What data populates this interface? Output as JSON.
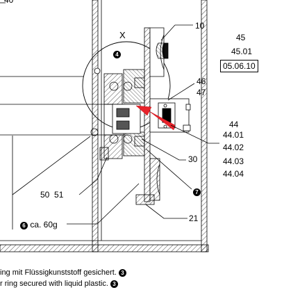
{
  "labels": {
    "top_cut": "40",
    "detail_x": "X",
    "badge_4": "4",
    "n10": "10",
    "n45": "45",
    "n45_01": "45.01",
    "date_box": "05.06.10",
    "n46": "46",
    "n47": "47",
    "n44": "44",
    "n44_01": "44.01",
    "n44_02": "44.02",
    "n44_03": "44.03",
    "n44_04": "44.04",
    "n30": "30",
    "badge_7": "7",
    "n50_51": "50  51",
    "badge_6": "6",
    "weight": "ca. 60g",
    "n21": "21"
  },
  "notes": {
    "german": "ing mit Flüssigkunststoff gesichert.",
    "english": "r ring secured with liquid plastic.",
    "badge_3": "3"
  },
  "colors": {
    "arrow": "#e8232b",
    "line": "#000000"
  }
}
